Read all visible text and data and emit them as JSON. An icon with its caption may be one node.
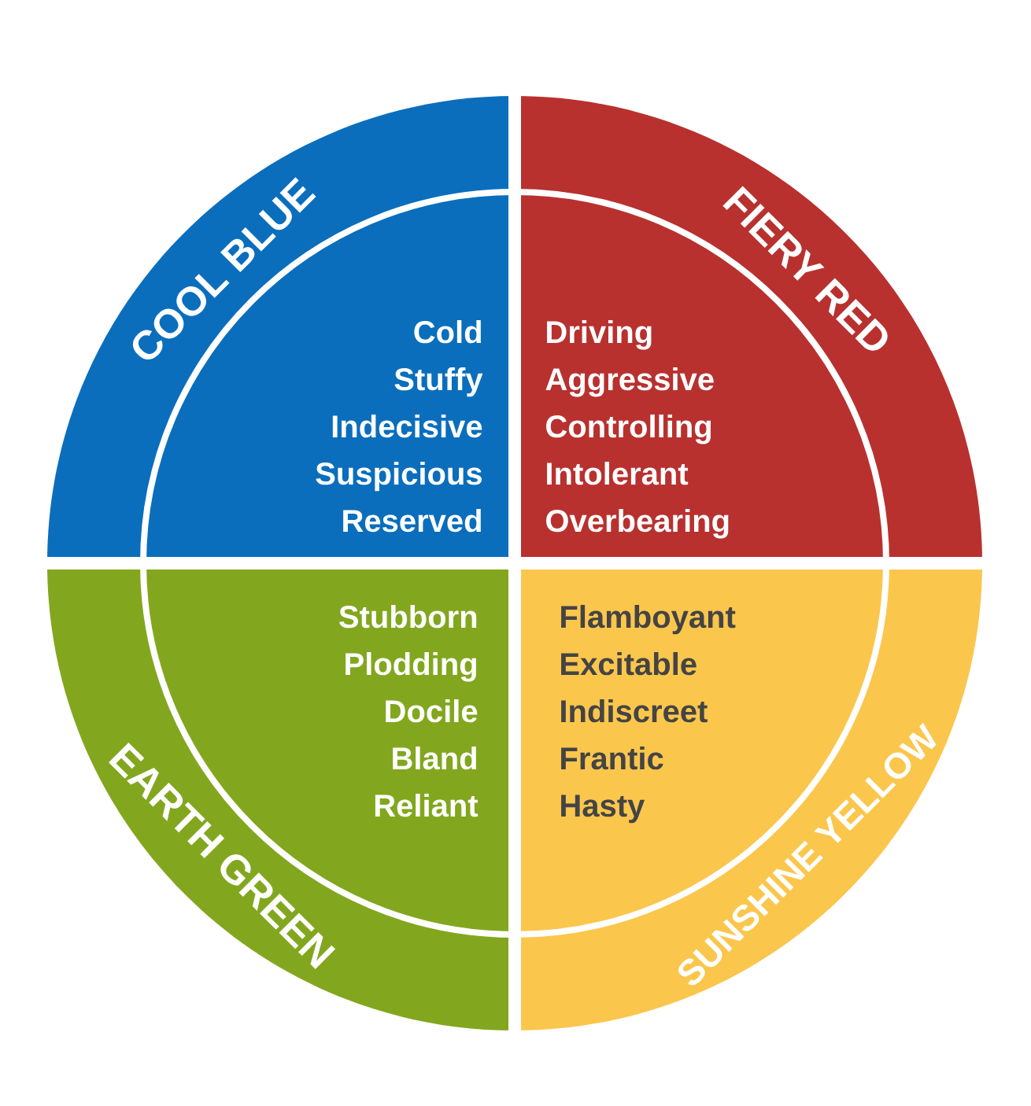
{
  "diagram": {
    "nodes": [
      {
        "text": [
          "COOL BLUE",
          "Cold",
          "Stuffy",
          "Indecisive",
          "Suspicious",
          "Reserved"
        ]
      },
      {
        "text": [
          "FIERY RED",
          "Driving",
          "Aggressive",
          "Controlling",
          "Intolerant",
          "Overbearing"
        ]
      },
      {
        "text": [
          "EARTH GREEN",
          "Stubborn",
          "Plodding",
          "Docile",
          "Bland",
          "Reliant"
        ]
      },
      {
        "text": [
          "SUNSHINE YELLOW",
          "Flamboyant",
          "Excitable",
          "Indiscreet",
          "Frantic",
          "Hasty"
        ]
      }
    ]
  }
}
